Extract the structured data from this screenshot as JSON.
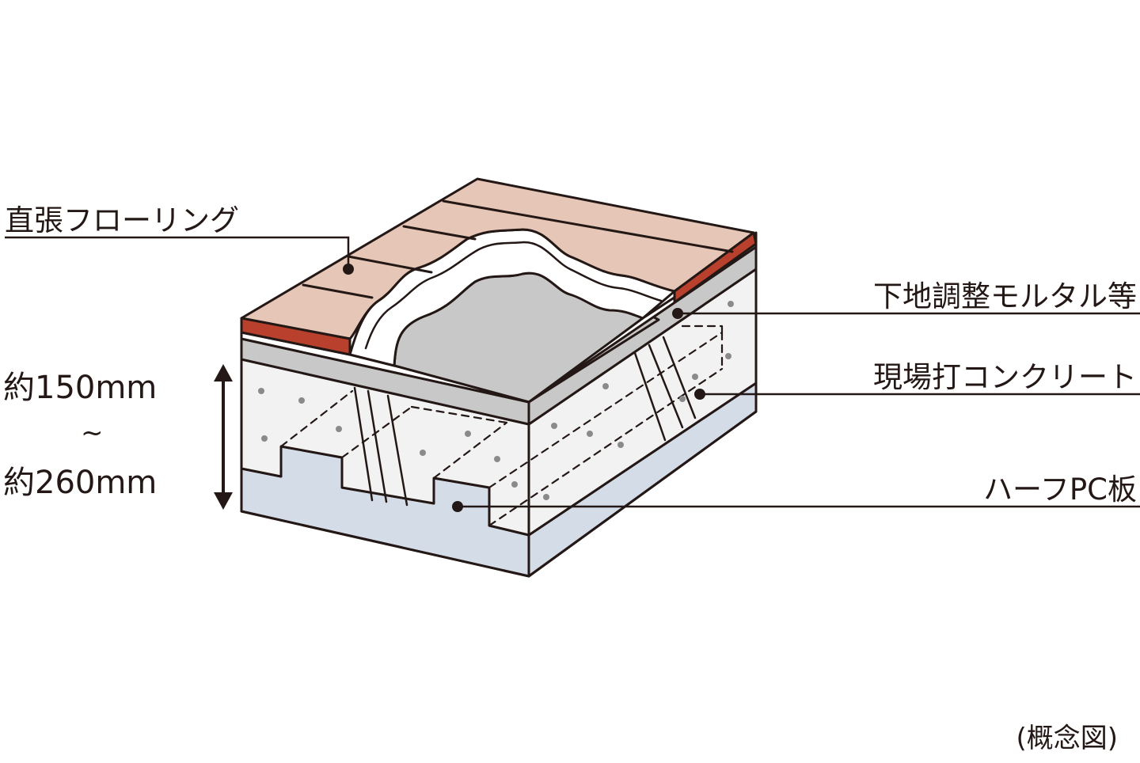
{
  "labels": {
    "flooring": "直張フローリング",
    "mortar": "下地調整モルタル等",
    "concrete": "現場打コンクリート",
    "pc_board": "ハーフPC板"
  },
  "dimension": {
    "min": "約150mm",
    "separator": "~",
    "max": "約260mm"
  },
  "note": "(概念図)",
  "colors": {
    "flooring_top": "#e6c7b7",
    "flooring_edge": "#b8402c",
    "mortar": "#c8c8c8",
    "concrete": "#f2f2f2",
    "pc_board": "#d4dce8",
    "line": "#231815"
  }
}
